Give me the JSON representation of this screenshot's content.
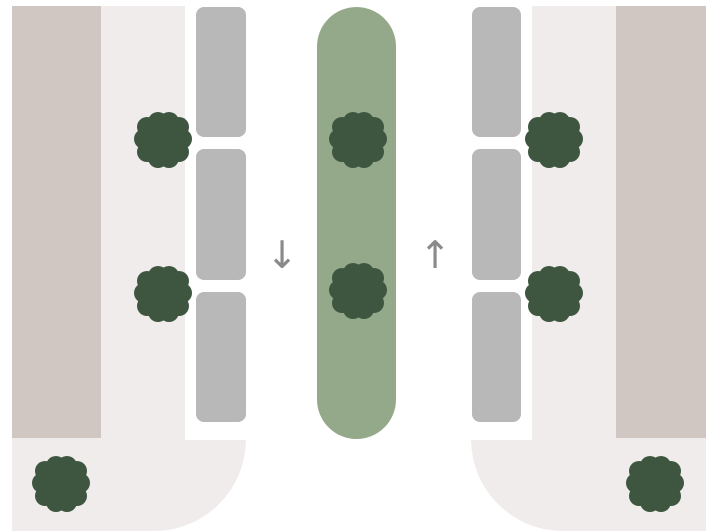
{
  "scene": {
    "type": "street-section-plan",
    "lanes": {
      "left_direction_arrow": "↓",
      "right_direction_arrow": "↑"
    },
    "parking_spaces_per_side": 3,
    "trees_in_median": 2,
    "trees_in_sidewalk_strip_per_side": 2,
    "corner_trees": 2
  },
  "colors": {
    "background": "#ffffff",
    "building": "#d0c6c2",
    "sidewalk": "#f0ecec",
    "parking": "#b8b8b8",
    "median": "#94a98a",
    "tree": "#3e5640",
    "arrow": "#8a8a8a"
  }
}
